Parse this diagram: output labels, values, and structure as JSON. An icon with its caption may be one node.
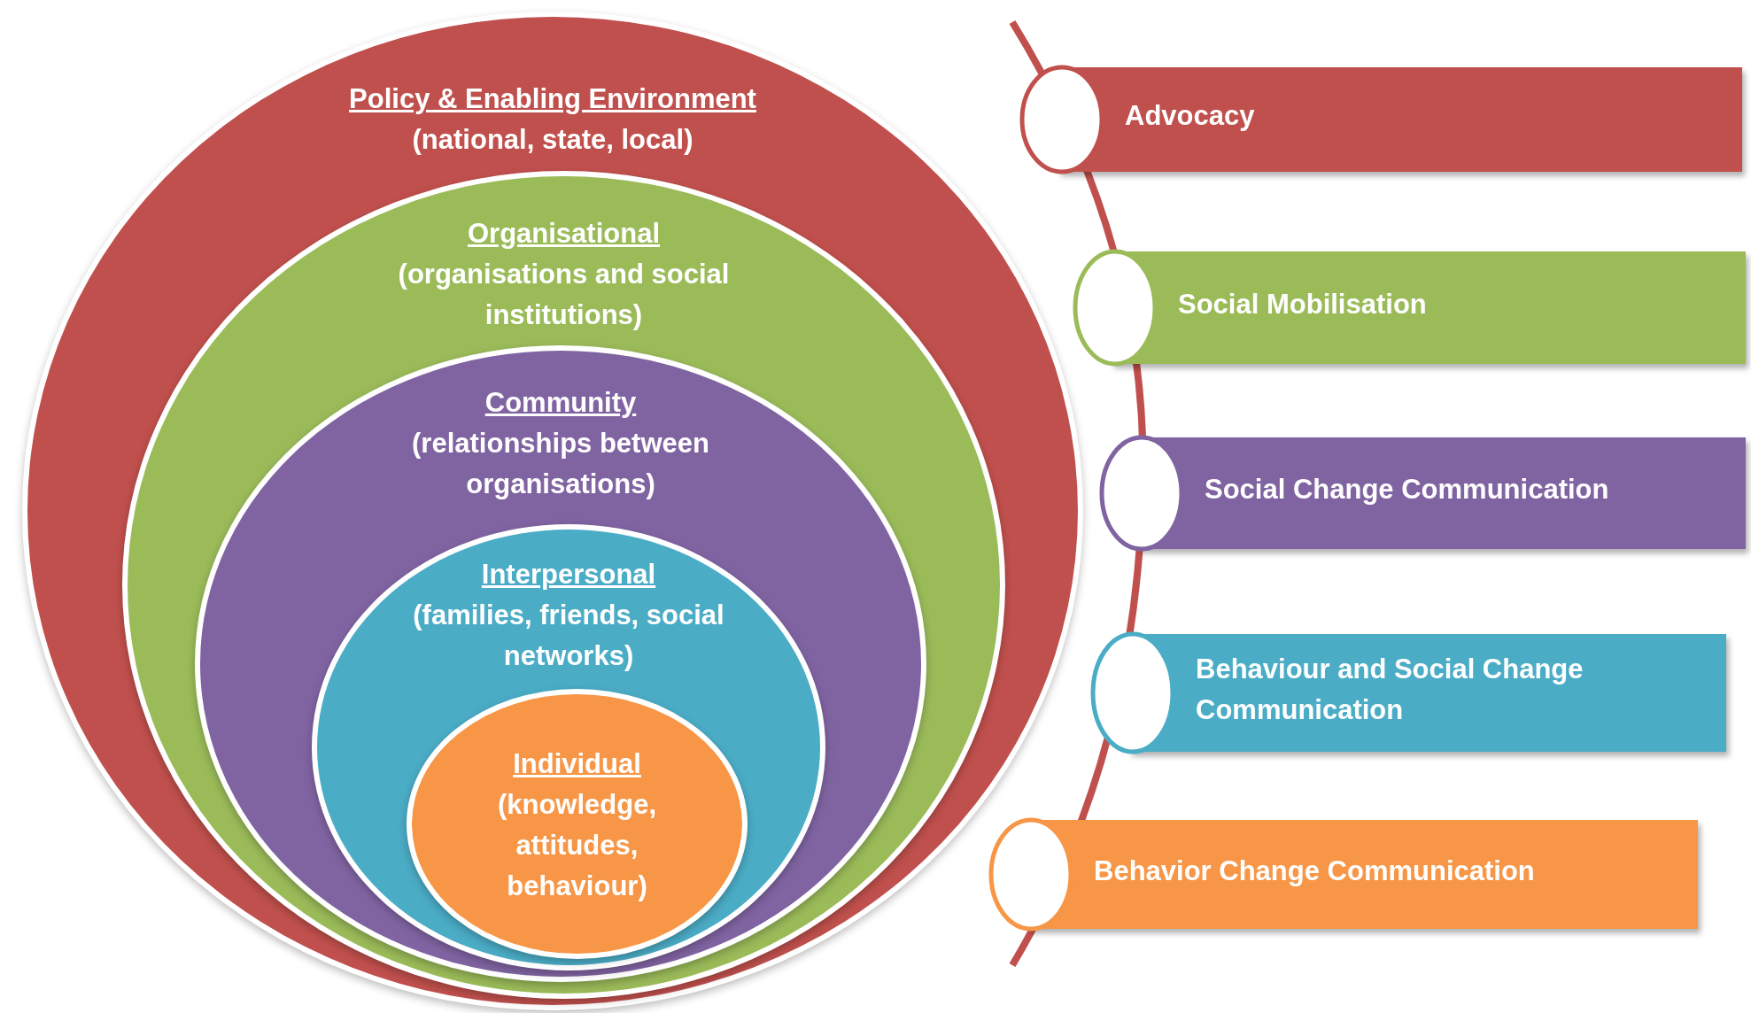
{
  "diagram": {
    "nodes": [
      {
        "text": [
          "Policy & Enabling Environment",
          "(national, state, local)"
        ]
      },
      {
        "text": [
          "Organisational",
          "(organisations and social institutions)"
        ],
        "in": 0
      },
      {
        "text": [
          "Community",
          "(relationships between organisations)"
        ],
        "in": 1
      },
      {
        "text": [
          "Interpersonal",
          "(families, friends, social networks)"
        ],
        "in": 2
      },
      {
        "text": [
          "Individual",
          "(knowledge, attitudes, behaviour)"
        ],
        "in": 3
      },
      {
        "text": [
          "Advocacy"
        ]
      },
      {
        "text": [
          "Social Mobilisation"
        ]
      },
      {
        "text": [
          "Social Change Communication"
        ]
      },
      {
        "text": [
          "Behaviour and Social Change Communication"
        ]
      },
      {
        "text": [
          "Behavior Change Communication"
        ]
      }
    ],
    "edges": []
  }
}
